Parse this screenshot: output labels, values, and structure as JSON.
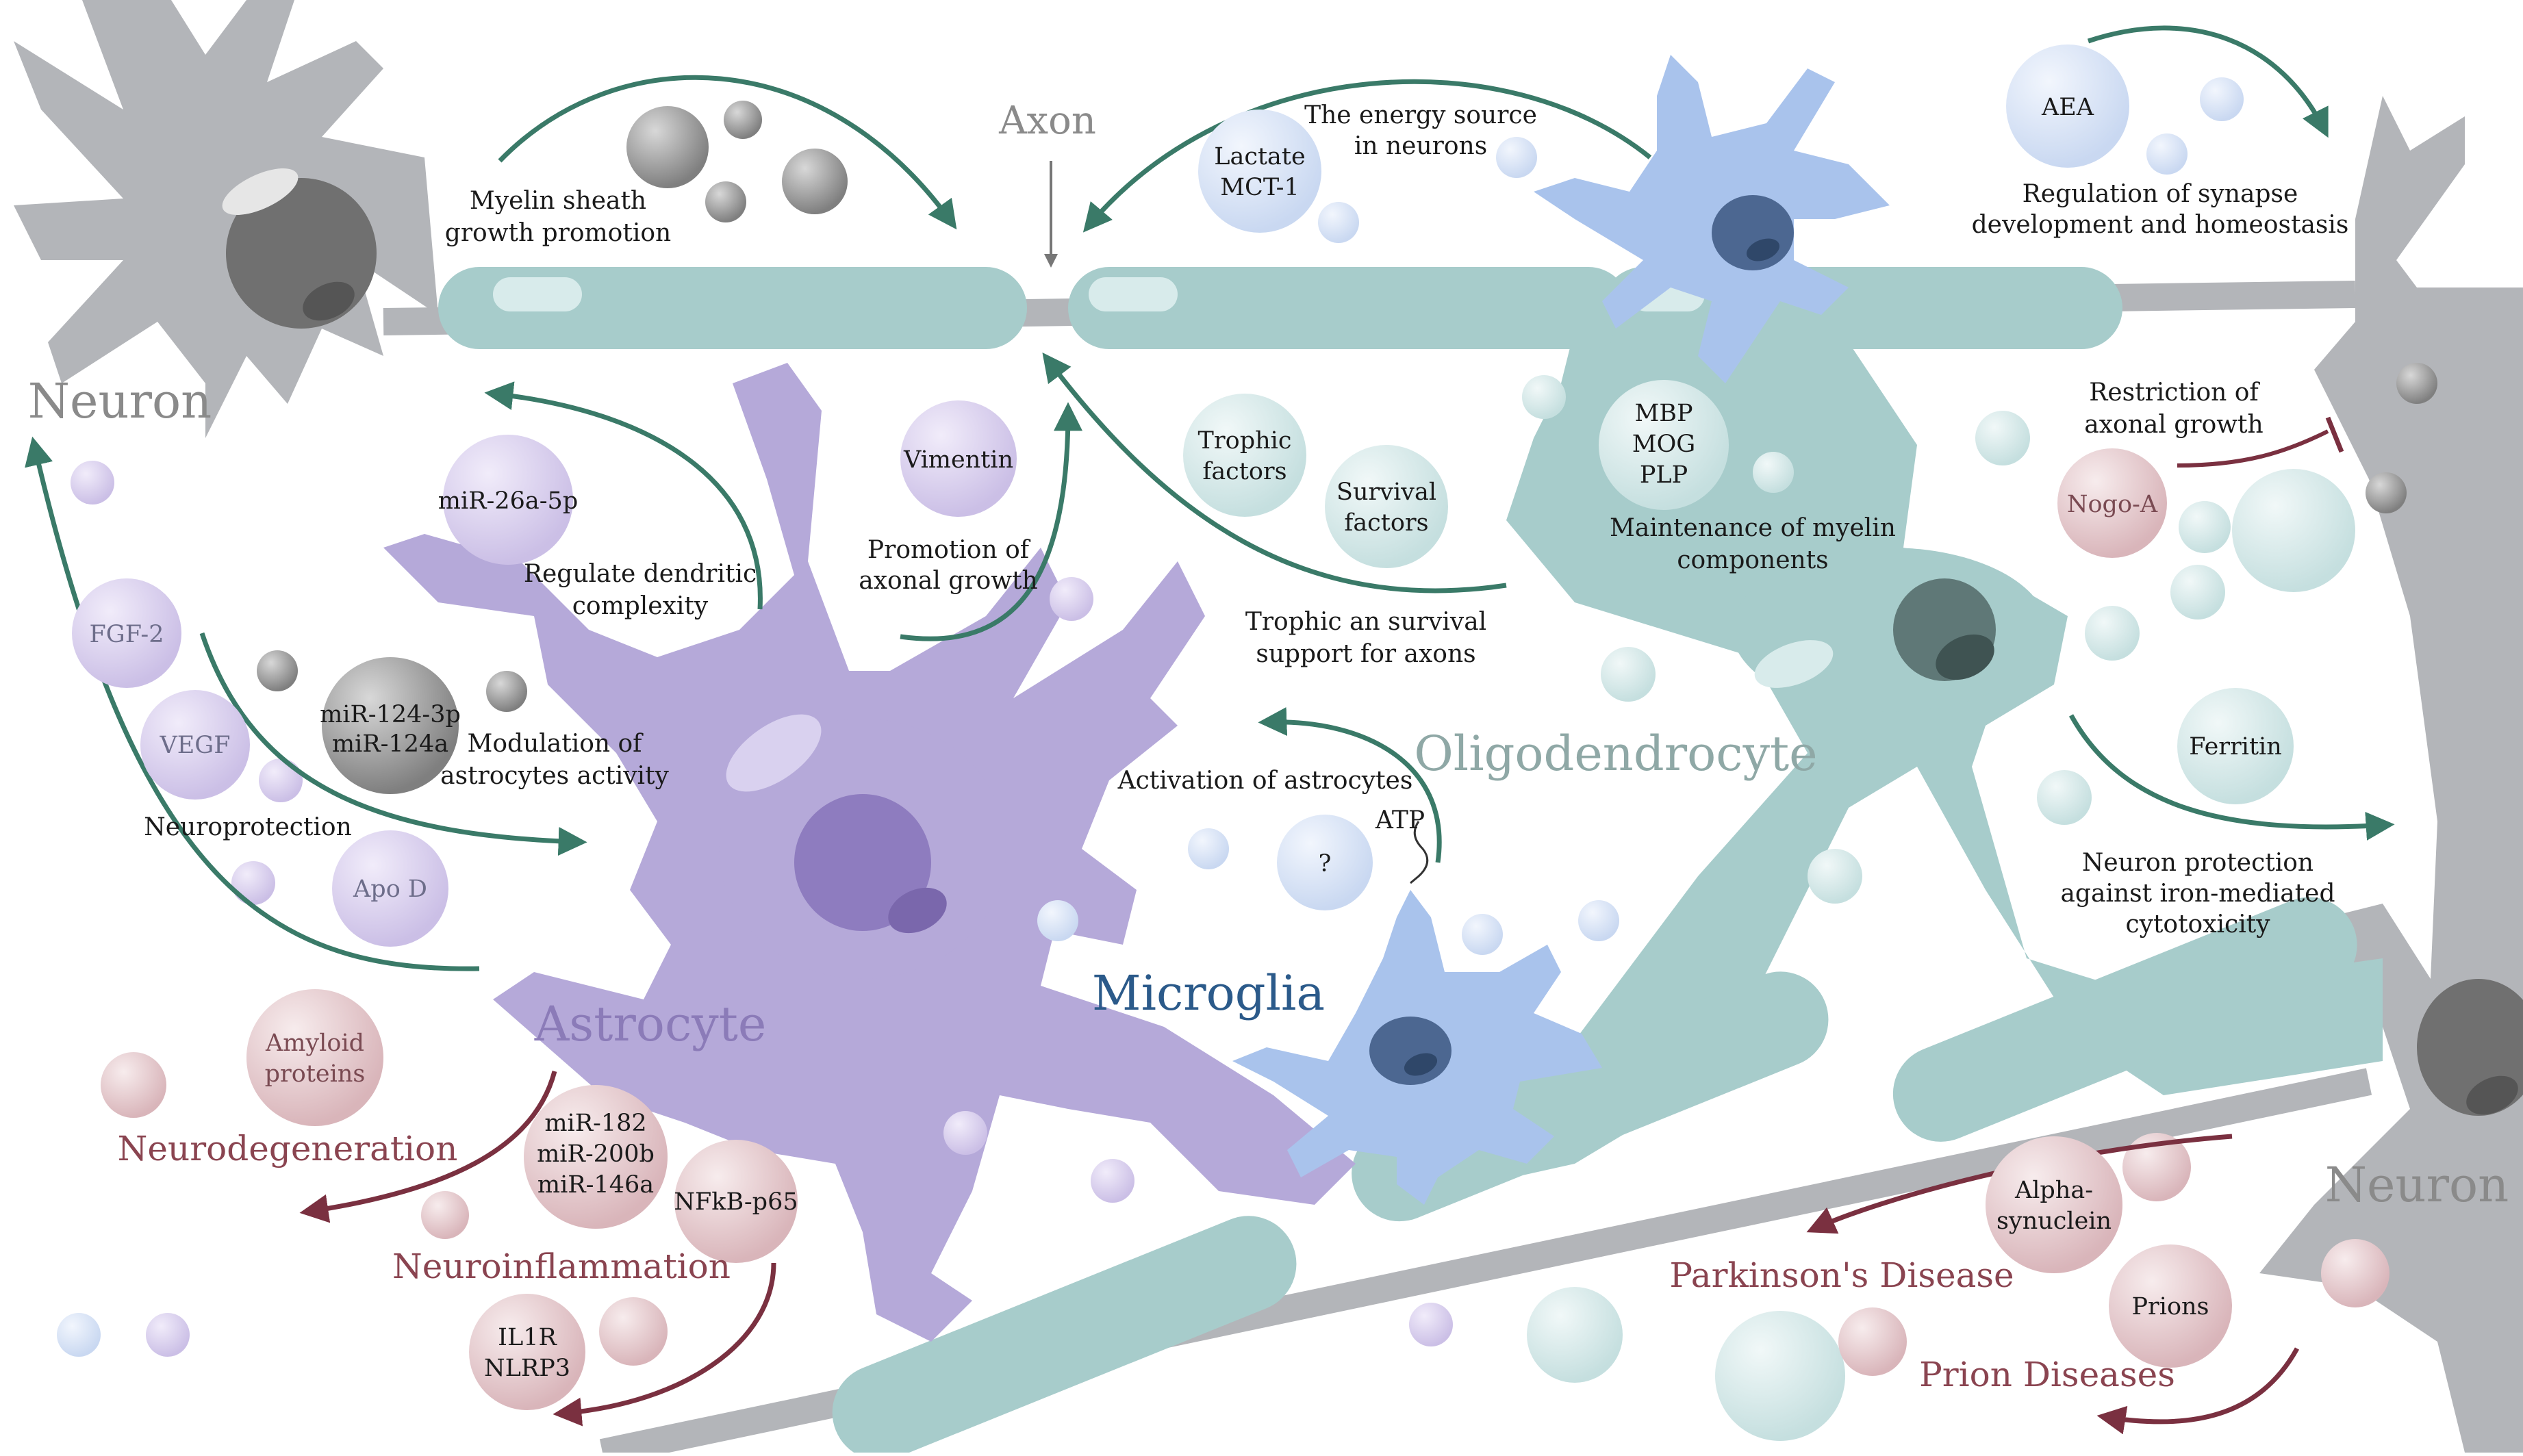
{
  "cells": {
    "neuron_left": "Neuron",
    "neuron_right": "Neuron",
    "astrocyte": "Astrocyte",
    "oligodendrocyte": "Oligodendrocyte",
    "microglia": "Microglia",
    "axon": "Axon"
  },
  "functions": {
    "myelin_growth": [
      "Myelin sheath",
      "growth promotion"
    ],
    "energy_source": [
      "The energy source",
      "in neurons"
    ],
    "synapse_regulation": [
      "Regulation of synapse",
      "development and homeostasis"
    ],
    "dendritic": [
      "Regulate dendritic",
      "complexity"
    ],
    "axonal_growth": [
      "Promotion of",
      "axonal growth"
    ],
    "trophic_support": [
      "Trophic an survival",
      "support for axons"
    ],
    "myelin_maintenance": [
      "Maintenance of myelin",
      "components"
    ],
    "restriction": [
      "Restriction of",
      "axonal growth"
    ],
    "astro_modulation": [
      "Modulation of",
      "astrocytes activity"
    ],
    "neuroprotection": "Neuroprotection",
    "astro_activation": "Activation of astrocytes",
    "atp": "ATP",
    "iron_protection": [
      "Neuron protection",
      "against iron-mediated",
      "cytotoxicity"
    ]
  },
  "molecules": {
    "lactate": [
      "Lactate",
      "MCT-1"
    ],
    "aea": "AEA",
    "mirna_26a": "miR-26a-5p",
    "vimentin": "Vimentin",
    "trophic_factors": [
      "Trophic",
      "factors"
    ],
    "survival_factors": [
      "Survival",
      "factors"
    ],
    "myelin_proteins": [
      "MBP",
      "MOG",
      "PLP"
    ],
    "nogo_a": "Nogo-A",
    "fgf2": "FGF-2",
    "vegf": "VEGF",
    "mirna_124": [
      "miR-124-3p",
      "miR-124a"
    ],
    "apo_d": "Apo D",
    "unknown": "?",
    "ferritin": "Ferritin",
    "amyloid": [
      "Amyloid",
      "proteins"
    ],
    "mirna_182": [
      "miR-182",
      "miR-200b",
      "miR-146a"
    ],
    "nfkb": "NFkB-p65",
    "il1r": [
      "IL1R",
      "NLRP3"
    ],
    "alpha_syn": [
      "Alpha-",
      "synuclein"
    ],
    "prions": "Prions"
  },
  "diseases": {
    "neurodegeneration": "Neurodegeneration",
    "neuroinflammation": "Neuroinflammation",
    "parkinsons": "Parkinson's Disease",
    "prion": "Prion Diseases"
  },
  "colors": {
    "neuron": "#a9abb0",
    "astrocyte": "#b5a9d9",
    "oligodendrocyte": "#a7cccb",
    "microglia": "#a9c3ec",
    "green_arrow": "#3a7a68",
    "disease_arrow": "#7a3040"
  }
}
